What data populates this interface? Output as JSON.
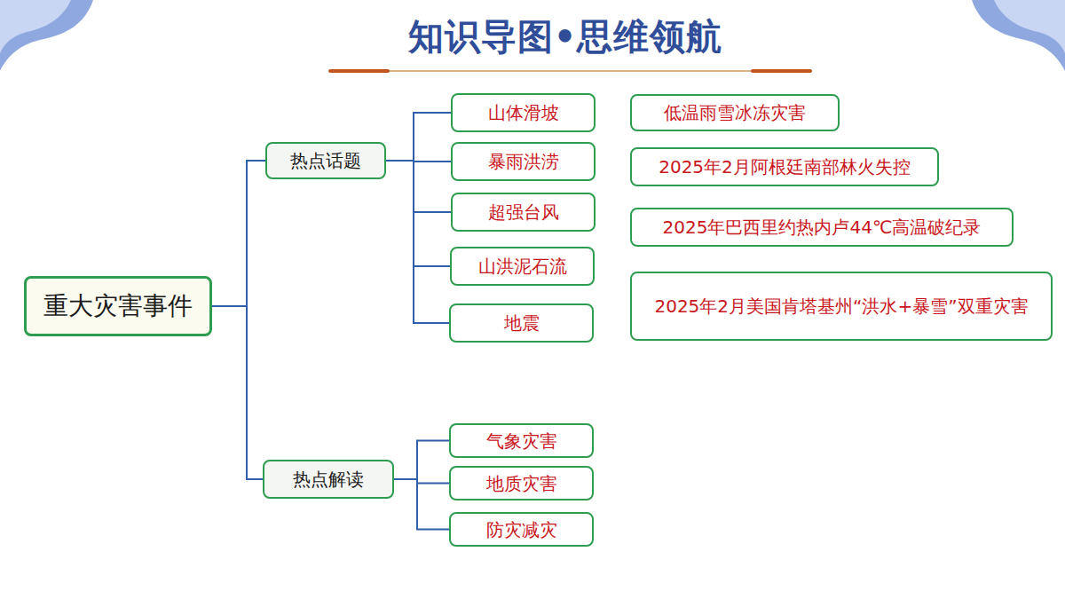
{
  "diagram": {
    "title": "知识导图•思维领航",
    "nodes": [
      {
        "text": [
          "重大灾害事件"
        ]
      },
      {
        "text": [
          "热点话题"
        ]
      },
      {
        "text": [
          "山体滑坡"
        ]
      },
      {
        "text": [
          "暴雨洪涝"
        ]
      },
      {
        "text": [
          "超强台风"
        ]
      },
      {
        "text": [
          "山洪泥石流"
        ]
      },
      {
        "text": [
          "地震"
        ]
      },
      {
        "text": [
          "低温雨雪冰冻灾害"
        ]
      },
      {
        "text": [
          "2025年2月阿根廷南部林火失控"
        ]
      },
      {
        "text": [
          "2025年巴西里约热内卢44℃高温破纪录"
        ]
      },
      {
        "text": [
          "2025年2月美国肯塔基州“洪水+暴雪”双重灾害"
        ]
      },
      {
        "text": [
          "热点解读"
        ]
      },
      {
        "text": [
          "气象灾害"
        ]
      },
      {
        "text": [
          "地质灾害"
        ]
      },
      {
        "text": [
          "防灾减灾"
        ]
      }
    ],
    "edges": [
      {
        "from": 0,
        "to": 1,
        "arrow": "none"
      },
      {
        "from": 0,
        "to": 11,
        "arrow": "none"
      },
      {
        "from": 1,
        "to": 2,
        "arrow": "none"
      },
      {
        "from": 1,
        "to": 3,
        "arrow": "none"
      },
      {
        "from": 1,
        "to": 4,
        "arrow": "none"
      },
      {
        "from": 1,
        "to": 5,
        "arrow": "none"
      },
      {
        "from": 1,
        "to": 6,
        "arrow": "none"
      },
      {
        "from": 11,
        "to": 12,
        "arrow": "none"
      },
      {
        "from": 11,
        "to": 13,
        "arrow": "none"
      },
      {
        "from": 11,
        "to": 14,
        "arrow": "none"
      }
    ]
  }
}
